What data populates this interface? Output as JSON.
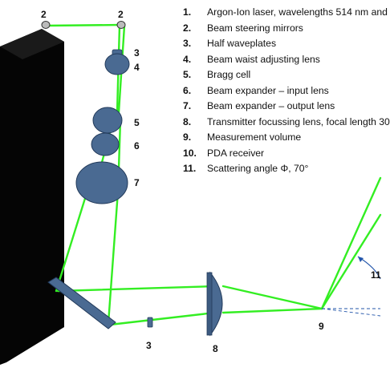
{
  "colors": {
    "laser_body": "#050505",
    "beam": "#33ee22",
    "optics_fill": "#4a6a92",
    "optics_stroke": "#223a5a",
    "dashed_axis": "#2255aa",
    "angle_arc": "#2255aa"
  },
  "labels": {
    "mirror_left": "2",
    "mirror_right": "2",
    "waveplate_top": "3",
    "waist_lens": "4",
    "bragg_cell": "5",
    "expander_input": "6",
    "expander_output": "7",
    "waveplate_bottom": "3",
    "focusing_lens": "8",
    "measurement_volume": "9",
    "scattering_angle": "11"
  },
  "legend": [
    {
      "num": "1.",
      "text": "Argon-Ion laser, wavelengths 514 nm and"
    },
    {
      "num": "2.",
      "text": "Beam steering mirrors"
    },
    {
      "num": "3.",
      "text": "Half waveplates"
    },
    {
      "num": "4.",
      "text": "Beam waist adjusting lens"
    },
    {
      "num": "5.",
      "text": "Bragg cell"
    },
    {
      "num": "6.",
      "text": "Beam expander – input lens"
    },
    {
      "num": "7.",
      "text": "Beam expander – output lens"
    },
    {
      "num": "8.",
      "text": "Transmitter focussing lens, focal length 30"
    },
    {
      "num": "9.",
      "text": "Measurement volume"
    },
    {
      "num": "10.",
      "text": "PDA receiver"
    },
    {
      "num": "11.",
      "text": "Scattering angle  Φ, 70°"
    }
  ]
}
